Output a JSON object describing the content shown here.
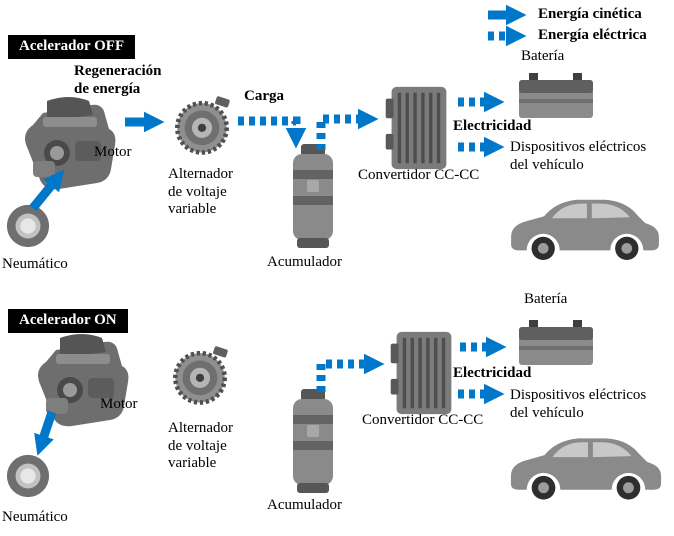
{
  "colors": {
    "arrow": "#0077c8",
    "title_bg": "#000000",
    "title_fg": "#ffffff"
  },
  "legend": {
    "kinetic_label": "Energía cinética",
    "electric_label": "Energía eléctrica"
  },
  "off": {
    "title": "Acelerador OFF",
    "regen": "Regeneración\nde energía",
    "motor": "Motor",
    "alternator": "Alternador\nde voltaje\nvariable",
    "carga": "Carga",
    "accumulator": "Acumulador",
    "converter": "Convertidor CC-CC",
    "battery": "Batería",
    "electricity": "Electricidad",
    "devices": "Dispositivos eléctricos\ndel vehículo",
    "tire": "Neumático"
  },
  "on": {
    "title": "Acelerador ON",
    "motor": "Motor",
    "alternator": "Alternador\nde voltaje\nvariable",
    "accumulator": "Acumulador",
    "converter": "Convertidor CC-CC",
    "battery": "Batería",
    "electricity": "Electricidad",
    "devices": "Dispositivos eléctricos\ndel vehículo",
    "tire": "Neumático"
  }
}
